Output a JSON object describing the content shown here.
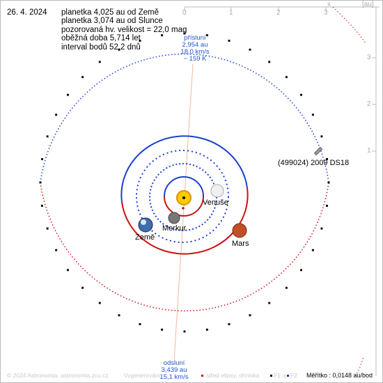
{
  "date": "26. 4. 2024",
  "info": {
    "line1": "planetka 4,025 au od Země",
    "line2": "planetka 3,074 au od Slunce",
    "line3": "pozorovaná hv. velikost = 22,0 mag",
    "line4": "oběžná doba 5,714 let",
    "line5": "interval bodů 52,2 dnů"
  },
  "axes": {
    "x_ticks": [
      "0",
      "1",
      "2",
      "3"
    ],
    "y_ticks": [
      "3",
      "2",
      "1"
    ],
    "x_label": "x",
    "unit_label": "[au]"
  },
  "bodies": {
    "venus": "Venuše",
    "mercury": "Merkur",
    "earth": "Země",
    "mars": "Mars",
    "asteroid": "(499024) 2009 DS18"
  },
  "perihelion": {
    "title": "přísluní",
    "dist": "2,954 au",
    "speed": "18,0 km/s",
    "temp": "~ 159 K"
  },
  "aphelion": {
    "title": "odsluní",
    "dist": "3,439 au",
    "speed": "15,1 km/s"
  },
  "footer": {
    "copyright": "© 2024 Astronomia, astronomia.zcu.cz",
    "generated": "Vygenerováno",
    "legend_center": "střed elipsy, ohniska",
    "legend_f1": "F1",
    "legend_a": "a",
    "legend_f2": "F2",
    "scale": "Měřítko : 0,0148 au/bod"
  },
  "colors": {
    "orbit_above": "#1a3fd0",
    "orbit_below": "#cc1111",
    "axis": "#bbbbbb"
  }
}
